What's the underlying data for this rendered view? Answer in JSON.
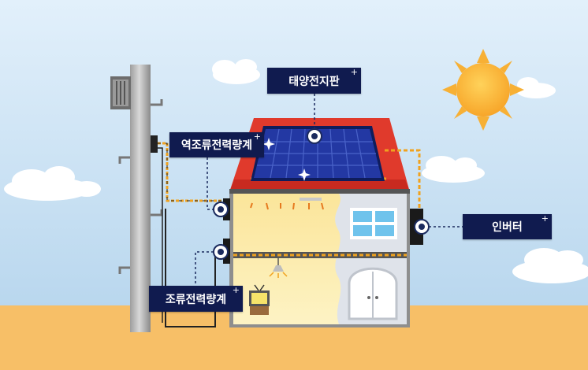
{
  "labels": {
    "solar_panel": "태양전지판",
    "reverse_meter": "역조류전력량계",
    "inverter": "인버터",
    "forward_meter": "조류전력량계",
    "plus": "+"
  },
  "colors": {
    "sky_top": "#d9ebf8",
    "sky_bottom": "#bcd9ef",
    "ground": "#f7bf67",
    "roof": "#e03a2c",
    "panel": "#1d2f8a",
    "label_bg": "#101b4f",
    "wall": "#fbf0a6",
    "sun": "#fbb839"
  }
}
